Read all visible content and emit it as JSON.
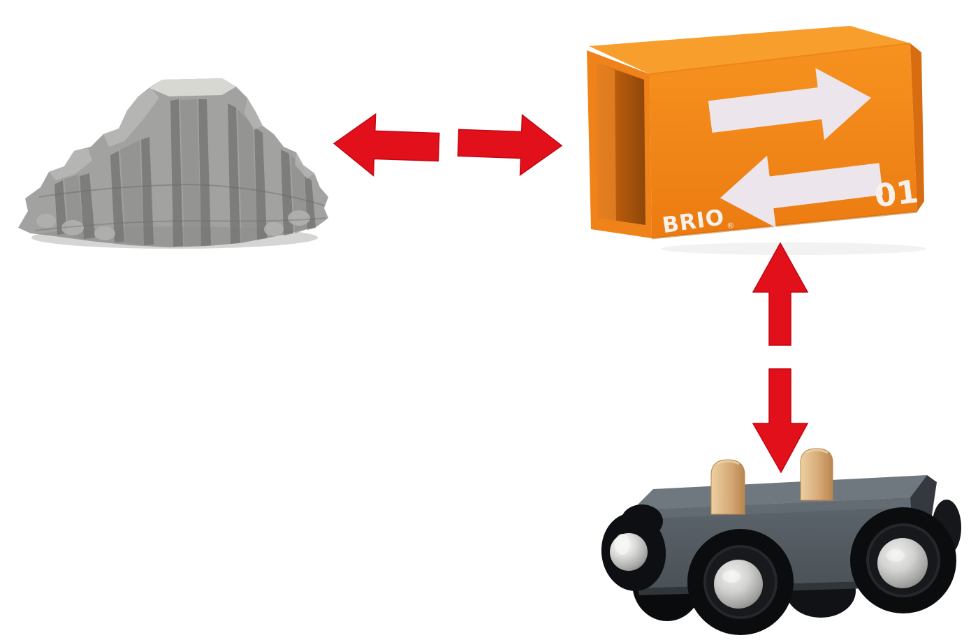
{
  "scene": {
    "background_color": "#ffffff",
    "rock": {
      "name": "gray-toy-rock",
      "body_color": "#a2a2a0",
      "flat_top_color": "#d8d8d2",
      "shadow_color": "#747472",
      "highlight_color": "#b8b8b6"
    },
    "container": {
      "name": "orange-brio-container",
      "brand": "BRIO",
      "registered_mark": "®",
      "number": "01",
      "logo_icon": "swap-arrows-icon",
      "front_color": "#f0821a",
      "top_color": "#f89e2c",
      "interior_dark_color": "#8f470a",
      "interior_mid_color": "#d4690f",
      "logo_white": "#ece6ec",
      "label_white": "#f6f1ec"
    },
    "connection_arrows": {
      "left_icon": "arrow-left-icon",
      "right_icon": "arrow-right-icon",
      "up_icon": "arrow-up-icon",
      "down_icon": "arrow-down-icon",
      "color": "#e2101b",
      "edge_color": "#c30511"
    },
    "wagon": {
      "name": "wooden-toy-wagon",
      "body_color": "#5b636a",
      "top_color": "#70787f",
      "end_color": "#33393f",
      "wheel_color": "#0b0c0e",
      "wheel_ring_color": "#17191d",
      "hub_silver": "#c9c9c7",
      "peg_wood_color": "#d7ab79",
      "magnet_silver": "#d6d6d4"
    }
  }
}
